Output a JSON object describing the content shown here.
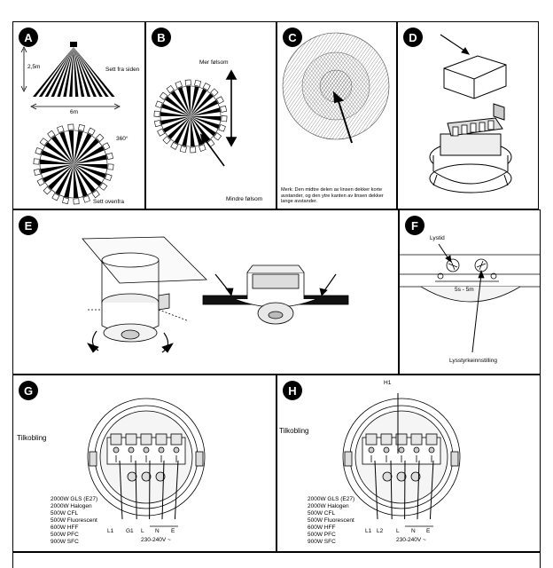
{
  "panels": {
    "a": {
      "badge": "A",
      "side_label": "Sett fra siden",
      "top_label": "Sett ovenfra",
      "height_label": "2,5m",
      "width_label": "6m",
      "angle_label": "360°"
    },
    "b": {
      "badge": "B",
      "more_sensitive": "Mer følsom",
      "less_sensitive": "Mindre følsom"
    },
    "c": {
      "badge": "C",
      "note": "Merk: Den midtre delen av linsen dekker korte avstander, og den ytre kanten av linsen dekker lange avstander."
    },
    "d": {
      "badge": "D"
    },
    "e": {
      "badge": "E"
    },
    "f": {
      "badge": "F",
      "light_label": "Lystid",
      "time_range": "5s - 5m",
      "lux_label": "Lysstyrkeinnstilling"
    },
    "g": {
      "badge": "G",
      "title": "Tilkobling",
      "specs": [
        "2000W GLS (E27)",
        "2000W Halogen",
        "500W CFL",
        "500W Fluorescent",
        "600W HFF",
        "500W PFC",
        "900W SFC"
      ],
      "terminals": [
        "L1",
        "G1",
        "L",
        "N",
        "E"
      ],
      "voltage": "230-240V ~"
    },
    "h": {
      "badge": "H",
      "title": "Tilkobling",
      "top_terminal": "H1",
      "specs": [
        "2000W GLS (E27)",
        "2000W Halogen",
        "500W CFL",
        "500W Fluorescent",
        "600W HFF",
        "500W PFC",
        "900W SFC"
      ],
      "terminals": [
        "L1",
        "L2",
        "L",
        "N",
        "E"
      ],
      "voltage": "230-240V ~"
    }
  }
}
